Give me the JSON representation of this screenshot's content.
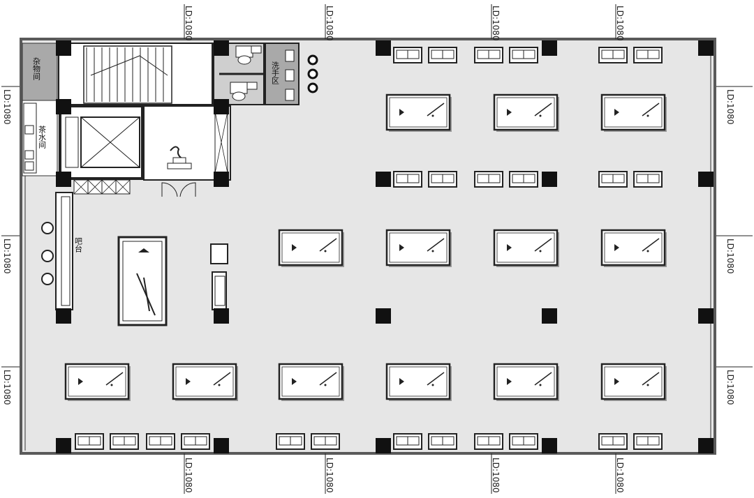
{
  "plan": {
    "rooms": {
      "storage": "杂物间",
      "pantry": "茶水间",
      "washroom": "洗手区",
      "bar": "吧台"
    },
    "dimension_label": "LD:1080",
    "colors": {
      "floor": "#e6e6e6",
      "wall": "#5a5a5a",
      "column": "#111111",
      "line": "#222222",
      "room_gray": "#a9a9a9"
    },
    "icons": [
      "billiard-table-icon",
      "sofa-icon",
      "stool-icon",
      "stair-icon",
      "elevator-icon",
      "toilet-icon",
      "sculpture-icon",
      "sink-icon"
    ]
  }
}
